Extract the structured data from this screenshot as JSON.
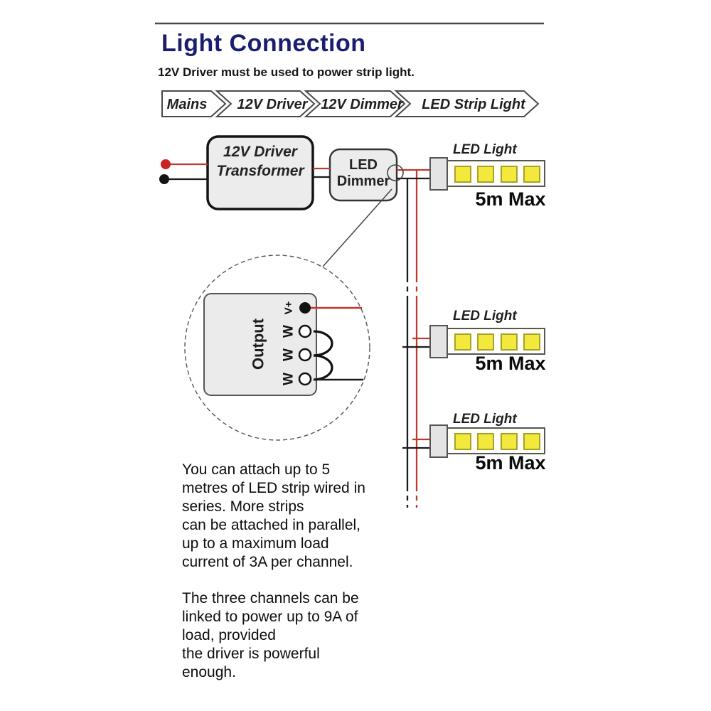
{
  "page": {
    "title": "Light Connection",
    "subtitle": "12V Driver must be used to power strip light."
  },
  "flow": {
    "steps": [
      {
        "label": "Mains"
      },
      {
        "label": "12V Driver"
      },
      {
        "label": "12V Dimmer"
      },
      {
        "label": "LED Strip Light"
      }
    ]
  },
  "diagram": {
    "driver_box": {
      "line1": "12V Driver",
      "line2": "Transformer"
    },
    "dimmer_box": {
      "line1": "LED",
      "line2": "Dimmer"
    },
    "output_detail": {
      "label": "Output",
      "terminals": [
        {
          "name": "V+",
          "type": "filled"
        },
        {
          "name": "W",
          "type": "open"
        },
        {
          "name": "W",
          "type": "open"
        },
        {
          "name": "W",
          "type": "open"
        }
      ]
    },
    "strips": [
      {
        "title": "LED Light",
        "caption": "5m Max"
      },
      {
        "title": "LED Light",
        "caption": "5m Max"
      },
      {
        "title": "LED Light",
        "caption": "5m Max"
      }
    ],
    "colors": {
      "wire_red": "#c0392b",
      "wire_black": "#1a1a1a",
      "led_yellow": "#f3e83c",
      "box_fill": "#ececec",
      "title_navy": "#1b1e6e"
    }
  },
  "notes": {
    "para1": "You can attach up to 5\nmetres of LED strip wired in\nseries. More strips\ncan be attached in parallel,\nup to a maximum load\ncurrent of 3A per channel.",
    "para2": "The three channels can be\nlinked to power up to 9A of\nload, provided\nthe driver is powerful\nenough."
  }
}
